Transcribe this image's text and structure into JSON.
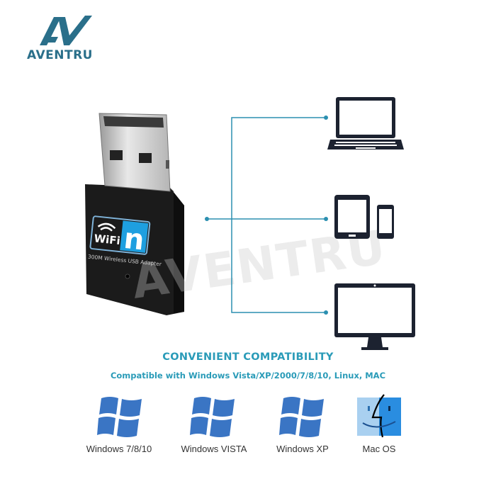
{
  "brand": {
    "name": "AVENTRU",
    "color": "#2a6f8a"
  },
  "watermark": "AVENTRU",
  "product": {
    "label_wifi": "WiFi",
    "label_n": "n",
    "label_model": "300M Wireless USB Adapter"
  },
  "devices": [
    {
      "name": "laptop-icon"
    },
    {
      "name": "tablet-phone-icon"
    },
    {
      "name": "monitor-icon"
    }
  ],
  "compatibility": {
    "title": "CONVENIENT COMPATIBILITY",
    "subtitle": "Compatible with Windows Vista/XP/2000/7/8/10, Linux, MAC",
    "accent": "#2a9bb8"
  },
  "os": [
    {
      "label": "Windows 7/8/10",
      "icon": "windows-logo-icon"
    },
    {
      "label": "Windows VISTA",
      "icon": "windows-logo-icon"
    },
    {
      "label": "Windows XP",
      "icon": "windows-logo-icon"
    },
    {
      "label": "Mac OS",
      "icon": "finder-icon"
    }
  ]
}
